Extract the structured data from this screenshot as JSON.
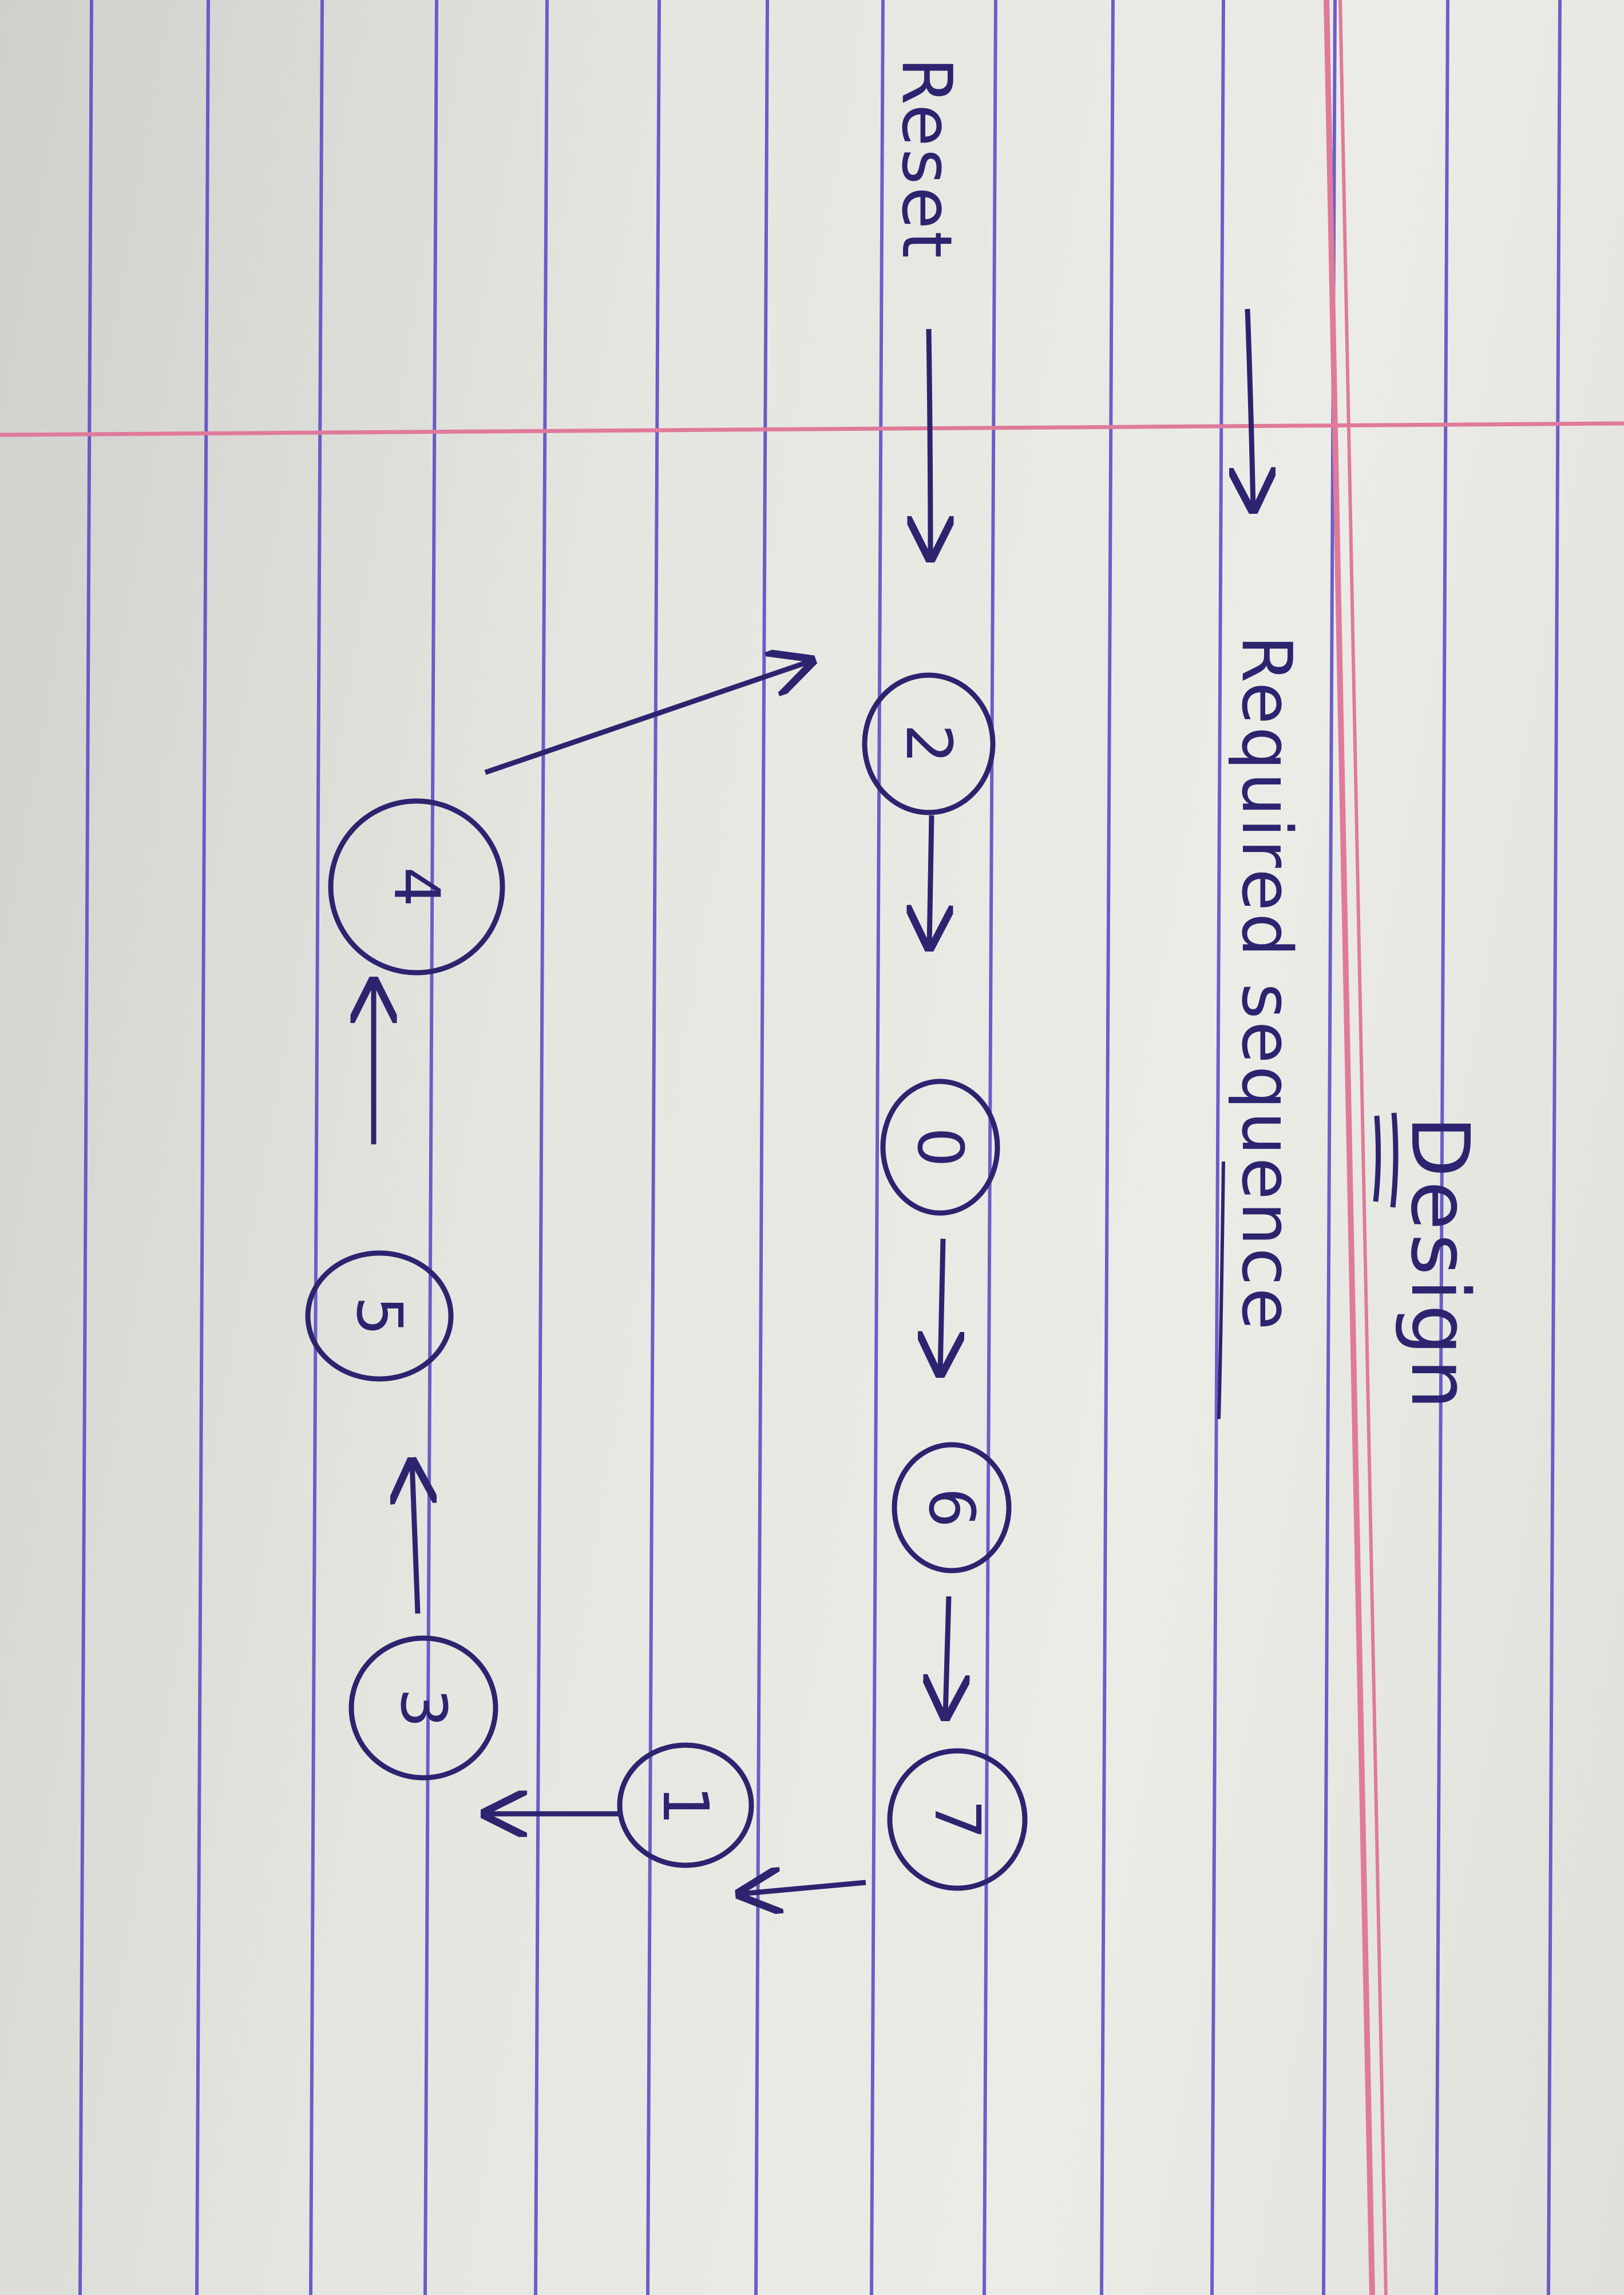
{
  "diagram": {
    "title": "Design",
    "legend": {
      "label": "Required sequence"
    },
    "reset_label": "Reset",
    "states": [
      {
        "id": "s2",
        "label": "2"
      },
      {
        "id": "s0",
        "label": "0"
      },
      {
        "id": "s6",
        "label": "6"
      },
      {
        "id": "s7",
        "label": "7"
      },
      {
        "id": "s1",
        "label": "1"
      },
      {
        "id": "s3",
        "label": "3"
      },
      {
        "id": "s5",
        "label": "5"
      },
      {
        "id": "s4",
        "label": "4"
      }
    ],
    "transitions": [
      {
        "from": "reset",
        "to": "s2"
      },
      {
        "from": "s2",
        "to": "s0"
      },
      {
        "from": "s0",
        "to": "s6"
      },
      {
        "from": "s6",
        "to": "s7"
      },
      {
        "from": "s7",
        "to": "s1"
      },
      {
        "from": "s1",
        "to": "s3"
      },
      {
        "from": "s3",
        "to": "s5"
      },
      {
        "from": "s5",
        "to": "s4"
      },
      {
        "from": "s4",
        "to": "s2"
      }
    ],
    "colors": {
      "ink": "#2d2470",
      "rule_lines": "#5546c4",
      "margin_lines": "#e07a9a",
      "paper": "#e8e8e2"
    }
  }
}
